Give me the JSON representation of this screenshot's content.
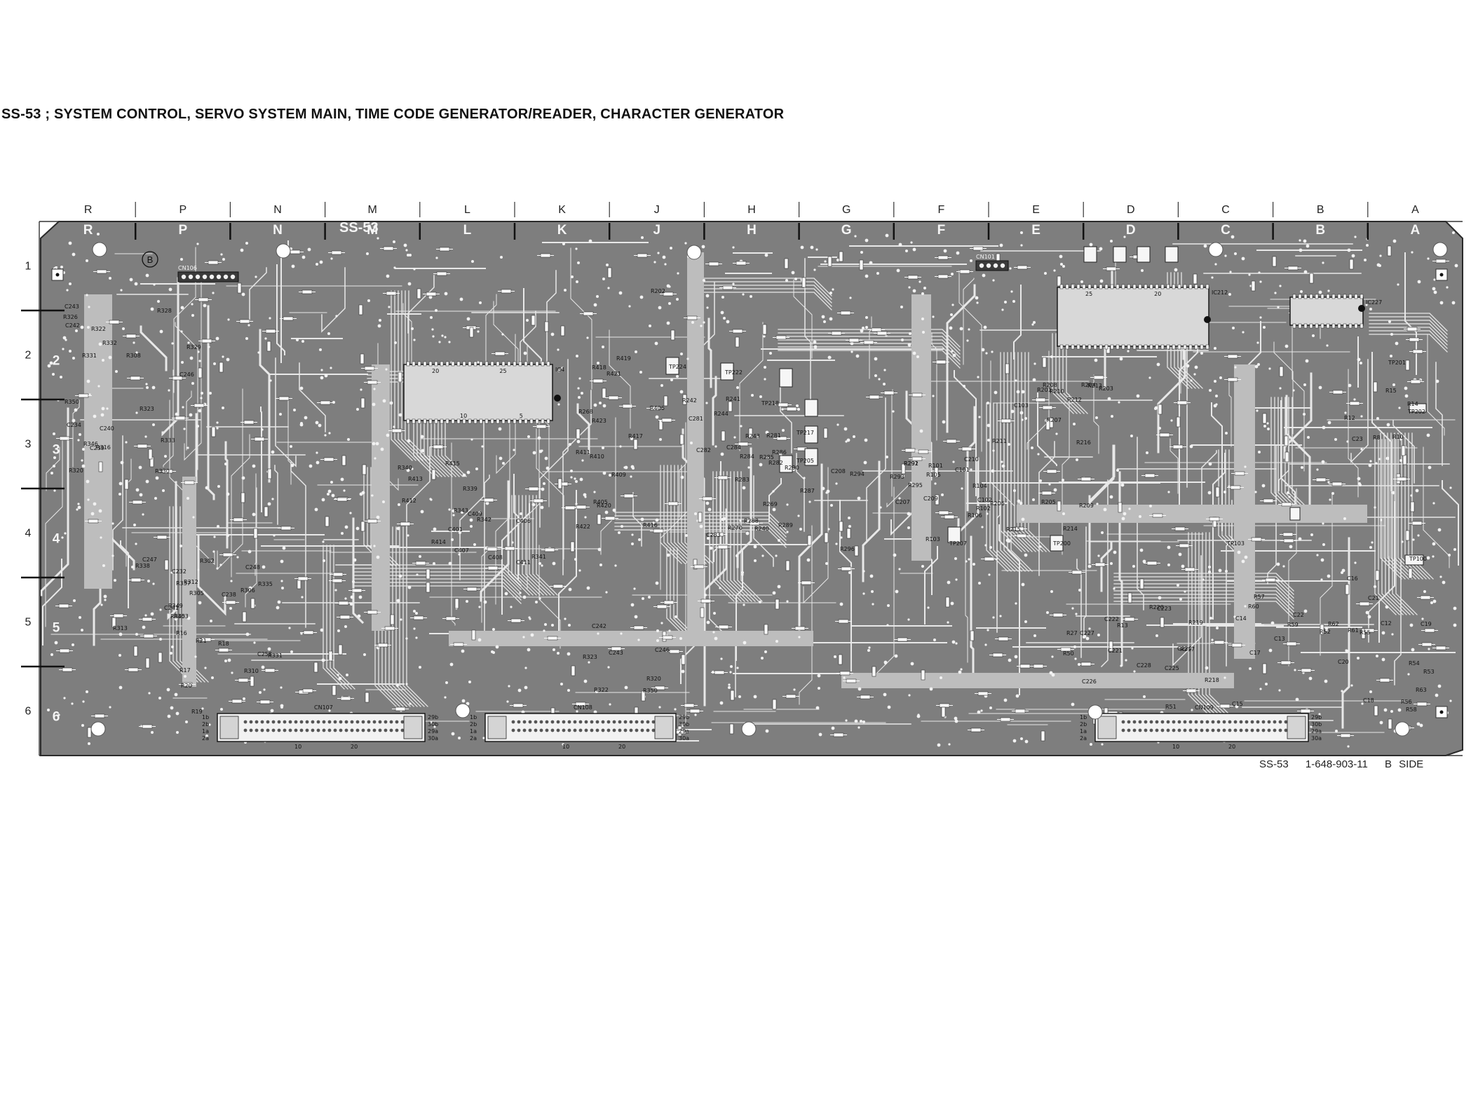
{
  "title": "SS-53 ; SYSTEM CONTROL, SERVO SYSTEM MAIN, TIME CODE GENERATOR/READER, CHARACTER GENERATOR",
  "footer": {
    "board": "SS-53",
    "part_no": "1-648-903-11",
    "side": "B SIDE"
  },
  "board_name": "SS-53",
  "grid_columns": [
    "R",
    "P",
    "N",
    "M",
    "L",
    "K",
    "J",
    "H",
    "G",
    "F",
    "E",
    "D",
    "C",
    "B",
    "A"
  ],
  "grid_rows": [
    "1",
    "2",
    "3",
    "4",
    "5",
    "6"
  ],
  "marker_b": "B",
  "connectors": [
    {
      "name": "CN107",
      "pin_labels": [
        "1b",
        "2b",
        "1a",
        "2a",
        "29b",
        "30b",
        "29a",
        "30a",
        "10",
        "20"
      ]
    },
    {
      "name": "CN108",
      "pin_labels": [
        "1b",
        "2b",
        "1a",
        "2a",
        "29b",
        "30b",
        "29a",
        "30a",
        "10",
        "20"
      ]
    },
    {
      "name": "CN109",
      "pin_labels": [
        "1b",
        "2b",
        "1a",
        "2a",
        "29b",
        "30b",
        "29a",
        "30a",
        "10",
        "20"
      ]
    },
    {
      "name": "CN106",
      "pin_labels": []
    },
    {
      "name": "CN101",
      "pin_labels": []
    }
  ],
  "ics": [
    {
      "name": "IC4",
      "pins_top": [
        "20",
        "25"
      ],
      "pins_bottom": [
        "10",
        "5"
      ]
    },
    {
      "name": "IC212",
      "pins_top": [
        "25",
        "20"
      ],
      "pins_bottom": []
    },
    {
      "name": "IC227",
      "pins_top": [],
      "pins_bottom": []
    }
  ],
  "test_points": [
    "TP224",
    "TP222",
    "TP218",
    "TP217",
    "TP205",
    "TP207",
    "TP200",
    "TP103",
    "TP201",
    "TP202",
    "TP100",
    "R202"
  ],
  "component_labels": [
    "R320",
    "R322",
    "R323",
    "R350",
    "C246",
    "C242",
    "C243",
    "C240",
    "R316",
    "R326",
    "R330",
    "R331",
    "R333",
    "R328",
    "R329",
    "R332",
    "C239",
    "R346",
    "R308",
    "C234",
    "C238",
    "C232",
    "R302",
    "R338",
    "C258",
    "C247",
    "C248",
    "R345",
    "R349",
    "C241",
    "R303",
    "R305",
    "R306",
    "R310",
    "R312",
    "R313",
    "R335",
    "R331",
    "R337",
    "R340",
    "R341",
    "R342",
    "R343",
    "R339",
    "C401",
    "C407",
    "C406",
    "C409",
    "C408",
    "C411",
    "R412",
    "R413",
    "R414",
    "R415",
    "R416",
    "R417",
    "R418",
    "R419",
    "R420",
    "R421",
    "R422",
    "R423",
    "R405",
    "R406",
    "R409",
    "R410",
    "R411",
    "R268",
    "R269",
    "R270",
    "R240",
    "R241",
    "R242",
    "R243",
    "R244",
    "C281",
    "C282",
    "C283",
    "C284",
    "R281",
    "R282",
    "R283",
    "R284",
    "R285",
    "R286",
    "R287",
    "R288",
    "R289",
    "R290",
    "R291",
    "R292",
    "R293",
    "R294",
    "R295",
    "R296",
    "C207",
    "C208",
    "C209",
    "C210",
    "R101",
    "R102",
    "R103",
    "R104",
    "R105",
    "R106",
    "C101",
    "C102",
    "C103",
    "R201",
    "R203",
    "R204",
    "R205",
    "R206",
    "R207",
    "R208",
    "R209",
    "R210",
    "R211",
    "R212",
    "R213",
    "R214",
    "R215",
    "R216",
    "R217",
    "R218",
    "R219",
    "R220",
    "C221",
    "C222",
    "C223",
    "C224",
    "C225",
    "C226",
    "C227",
    "C228",
    "R27",
    "R13",
    "R50",
    "R51",
    "R52",
    "R53",
    "R54",
    "R55",
    "R56",
    "R57",
    "R58",
    "R59",
    "R60",
    "R61",
    "R62",
    "R63",
    "C12",
    "C13",
    "C14",
    "C15",
    "C16",
    "C17",
    "C18",
    "C19",
    "C20",
    "C21",
    "C22",
    "C23",
    "R8",
    "R10",
    "R12",
    "R14",
    "R15",
    "R16",
    "R17",
    "R18",
    "R19",
    "R20",
    "R21"
  ],
  "colors": {
    "board": "#7e7e7e",
    "trace": "#e8e8e8",
    "pad": "#f2f2f2",
    "outline": "#222222",
    "paper": "#ffffff"
  }
}
